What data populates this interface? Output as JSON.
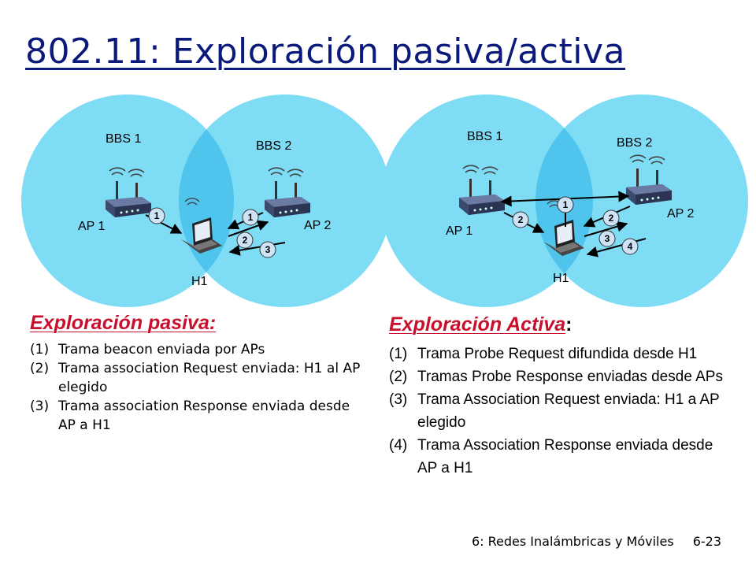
{
  "slide": {
    "title": "802.11: Exploración pasiva/activa",
    "footer_text": "6: Redes Inalámbricas y Móviles",
    "page_number": "6-23"
  },
  "diagrams": {
    "passive": {
      "bbs1_label": "BBS 1",
      "bbs2_label": "BBS 2",
      "ap1_label": "AP 1",
      "ap2_label": "AP 2",
      "host_label": "H1",
      "badges": [
        "1",
        "1",
        "2",
        "3"
      ]
    },
    "active": {
      "bbs1_label": "BBS 1",
      "bbs2_label": "BBS 2",
      "ap1_label": "AP 1",
      "ap2_label": "AP 2",
      "host_label": "H1",
      "badges": [
        "1",
        "2",
        "2",
        "3",
        "4"
      ]
    }
  },
  "passive": {
    "heading": "Exploración pasiva:",
    "items": [
      {
        "num": "(1)",
        "text": "Trama beacon enviada por APs"
      },
      {
        "num": "(2)",
        "text": "Trama association Request enviada: H1 al AP elegido"
      },
      {
        "num": "(3)",
        "text": "Trama association Response enviada desde AP a H1"
      }
    ]
  },
  "active": {
    "heading": "Exploración Activa",
    "heading_suffix": ":",
    "items": [
      {
        "num": "(1)",
        "text": "Trama Probe Request difundida desde H1"
      },
      {
        "num": "(2)",
        "text": "Tramas Probe Response enviadas desde APs"
      },
      {
        "num": "(3)",
        "text": "Trama Association Request enviada: H1 a AP elegido"
      },
      {
        "num": "(4)",
        "text": "Trama Association Response enviada desde AP a H1"
      }
    ]
  },
  "colors": {
    "title": "#0b1a7a",
    "heading": "#c8102e",
    "bss_circle": "#7fdcf5",
    "bss_overlap": "#4fc4ec",
    "badge_fill": "#cfe3f7"
  }
}
